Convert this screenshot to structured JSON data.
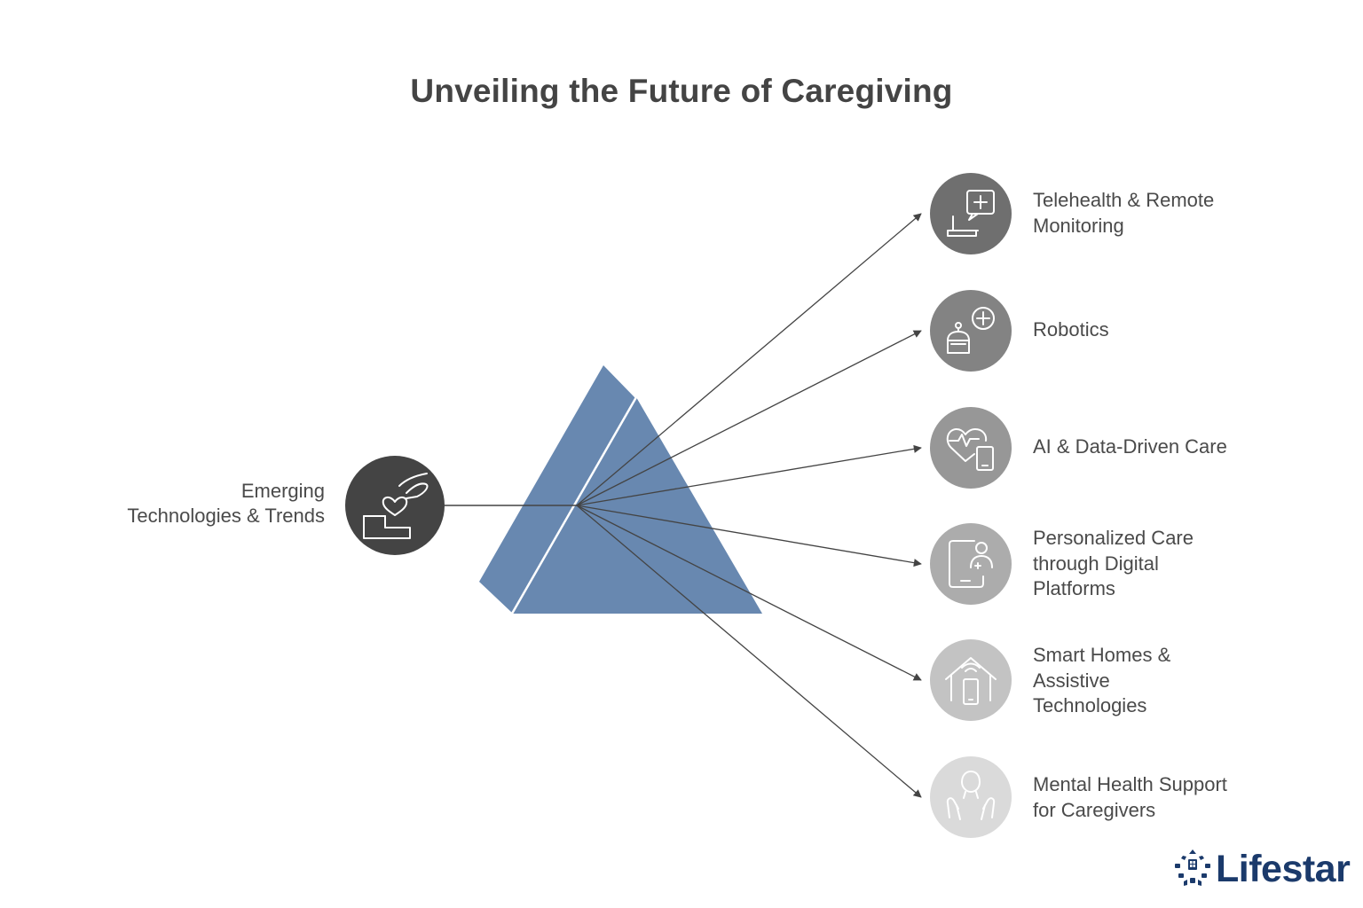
{
  "title": "Unveiling the Future of Caregiving",
  "source": {
    "lines": [
      "Emerging",
      "Technologies & Trends"
    ],
    "icon": "hand-heart-icon",
    "color": "#444444"
  },
  "prism_color": "#6888b0",
  "nodes": [
    {
      "lines": [
        "Telehealth & Remote",
        "Monitoring"
      ],
      "icon": "laptop-medical-chat-icon",
      "color": "#6f6f6f"
    },
    {
      "lines": [
        "Robotics"
      ],
      "icon": "robot-medical-icon",
      "color": "#838383"
    },
    {
      "lines": [
        "AI & Data-Driven Care"
      ],
      "icon": "heartbeat-device-icon",
      "color": "#979797"
    },
    {
      "lines": [
        "Personalized Care",
        "through Digital",
        "Platforms"
      ],
      "icon": "tablet-user-icon",
      "color": "#acacac"
    },
    {
      "lines": [
        "Smart Homes &",
        "Assistive",
        "Technologies"
      ],
      "icon": "smart-home-phone-icon",
      "color": "#c3c3c3"
    },
    {
      "lines": [
        "Mental Health Support",
        "for Caregivers"
      ],
      "icon": "hands-head-icon",
      "color": "#dadada"
    }
  ],
  "brand": {
    "name": "Lifestar",
    "color": "#1b3a6b"
  }
}
